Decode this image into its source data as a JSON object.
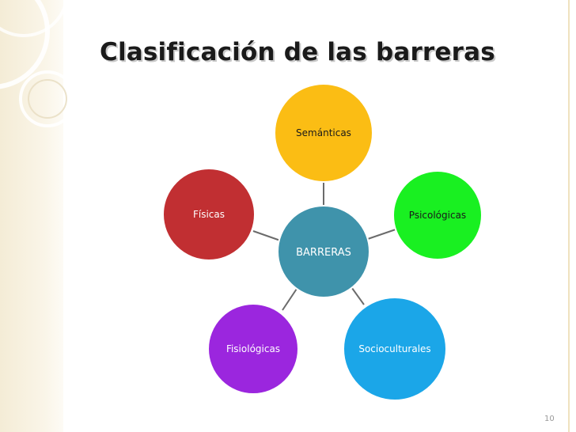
{
  "slide": {
    "title": "Clasificación de las barreras",
    "page_number": "10"
  },
  "diagram": {
    "center": {
      "label": "BARRERAS",
      "color": "#3f93ab"
    },
    "nodes": [
      {
        "label": "Semánticas",
        "color": "#fbbd14"
      },
      {
        "label": "Psicológicas",
        "color": "#19f021"
      },
      {
        "label": "Socioculturales",
        "color": "#1ba6e8"
      },
      {
        "label": "Fisiológicas",
        "color": "#9b26de"
      },
      {
        "label": "Físicas",
        "color": "#c12f32"
      }
    ],
    "connector_color": "#6b6b6b"
  }
}
